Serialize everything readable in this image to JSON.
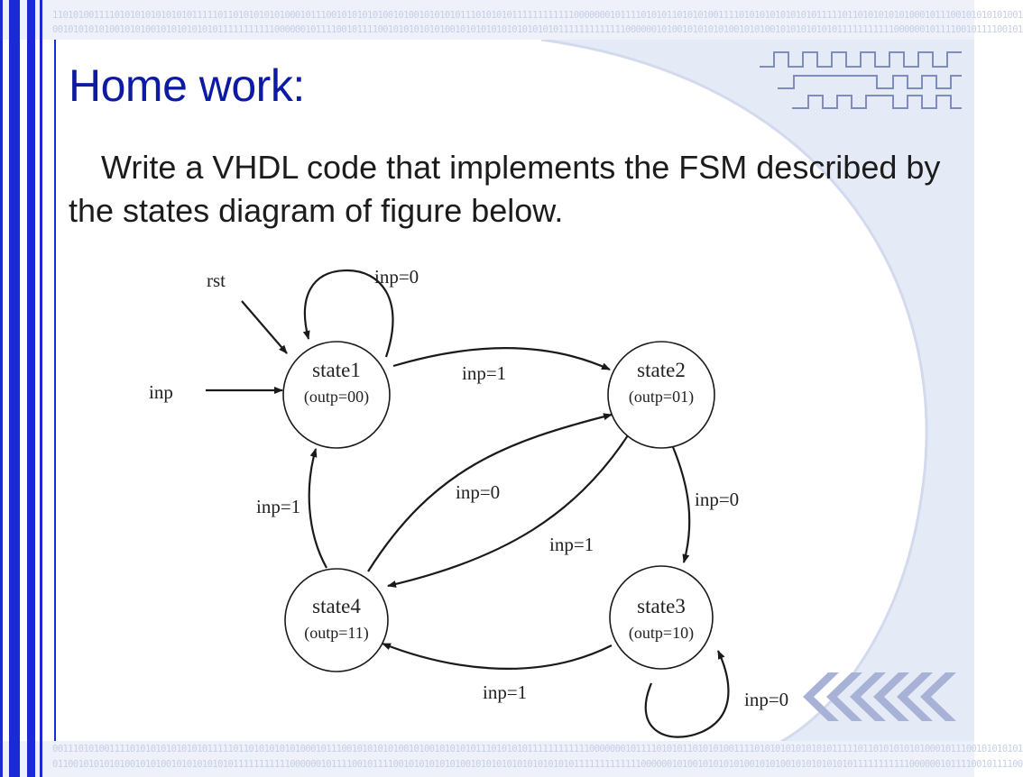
{
  "slide": {
    "title": "Home work:",
    "body": "Write a VHDL code that implements the FSM described by the states diagram of figure below.",
    "binary_lines": [
      "11010100111101010101010101011111011010101010100010111001010101010010100101010101110101010111111111111000000010111101010110101010011110101010101010101111101101010101010001011100101010101001",
      "00101010101001010100101010101010111111111110000001011110010111100101010101010010101010101010101010111111111111100000010100101010101001010100101010101010111111111110000001011110010111100101",
      "00111010100111101010101010101011111011010101010100010111001010101010010100101010101110101010111111111111000000010111101010110101010011110101010101010101111101101010101010001011100101010101",
      "01100101010101001010100101010101010111111111110000001011110010111100101010101010010101010101010101010111111111111100000010100101010101001010100101010101010111111111110000001011110010111100"
    ],
    "colors": {
      "accent": "#0d1aa3",
      "bar": "#1a2bd6",
      "pattern": "#c7cfe6",
      "chevron": "#a8b1d6"
    }
  },
  "diagram": {
    "reset_label": "rst",
    "input_label": "inp",
    "states": [
      {
        "id": "state1",
        "name": "state1",
        "output": "(outp=00)"
      },
      {
        "id": "state2",
        "name": "state2",
        "output": "(outp=01)"
      },
      {
        "id": "state3",
        "name": "state3",
        "output": "(outp=10)"
      },
      {
        "id": "state4",
        "name": "state4",
        "output": "(outp=11)"
      }
    ],
    "transitions": [
      {
        "from": "state1",
        "to": "state1",
        "label": "inp=0"
      },
      {
        "from": "state1",
        "to": "state2",
        "label": "inp=1"
      },
      {
        "from": "state2",
        "to": "state3",
        "label": "inp=0"
      },
      {
        "from": "state2",
        "to": "state4",
        "label": "inp=1"
      },
      {
        "from": "state3",
        "to": "state3",
        "label": "inp=0"
      },
      {
        "from": "state3",
        "to": "state4",
        "label": "inp=1"
      },
      {
        "from": "state4",
        "to": "state1",
        "label": "inp=1"
      },
      {
        "from": "state4",
        "to": "state2",
        "label": "inp=0"
      }
    ]
  }
}
